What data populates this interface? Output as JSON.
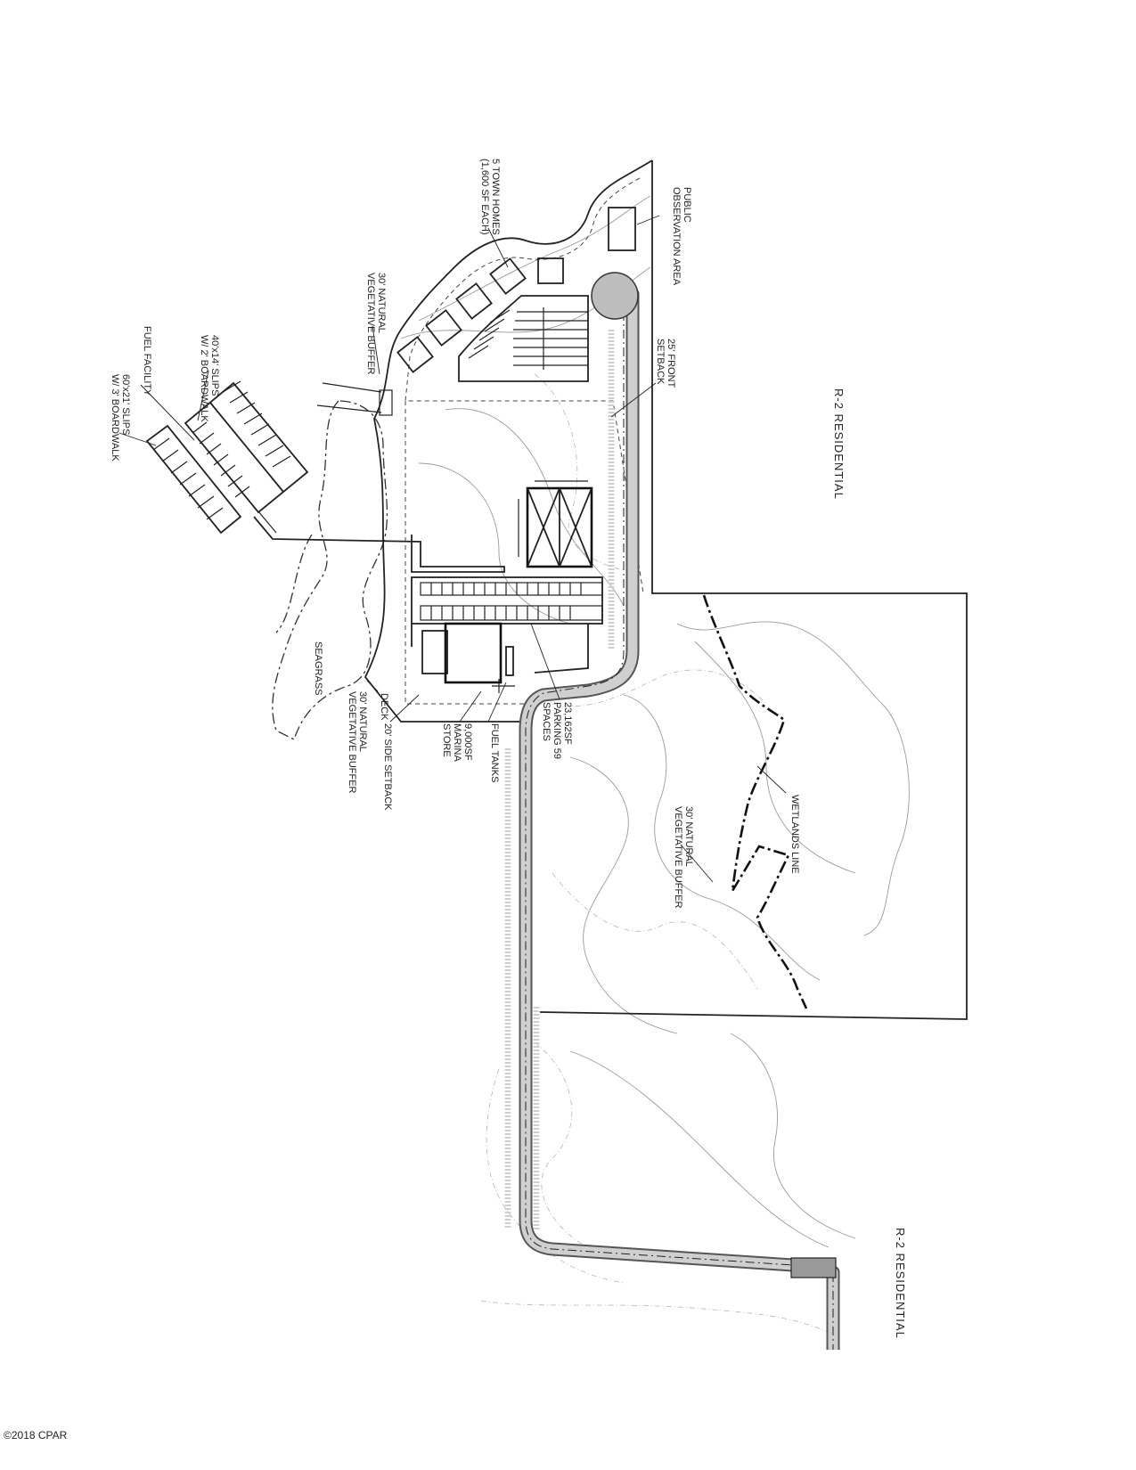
{
  "labels": {
    "zone_top": "R-2 RESIDENTIAL",
    "zone_bottom": "R-2 RESIDENTIAL",
    "public_observation": [
      "PUBLIC",
      "OBSERVATION AREA"
    ],
    "town_homes": [
      "5 TOWN HOMES",
      "(1,600 SF EACH)"
    ],
    "buffer_north": [
      "30' NATURAL",
      "VEGETATIVE BUFFER"
    ],
    "slips_40": [
      "40'x14' SLIPS",
      "W/ 2' BOARDWALK"
    ],
    "fuel_facility": "FUEL FACILITY",
    "slips_60": [
      "60'x21' SLIPS",
      "W/ 3' BOARDWALK"
    ],
    "front_setback": [
      "25' FRONT",
      "SETBACK"
    ],
    "seagrass": "SEAGRASS",
    "deck": "DECK",
    "buffer_south": [
      "30' NATURAL",
      "VEGETATIVE BUFFER"
    ],
    "side_setback": "20' SIDE SETBACK",
    "marina_store": [
      "9,000SF",
      "MARINA",
      "STORE"
    ],
    "fuel_tanks": "FUEL TANKS",
    "parking": [
      "23,162SF",
      "PARKING 59",
      "SPACES"
    ],
    "wetlands_line": "WETLANDS LINE",
    "buffer_east": [
      "30' NATURAL",
      "VEGETATIVE BUFFER"
    ]
  },
  "copyright": "©2018 CPAR"
}
